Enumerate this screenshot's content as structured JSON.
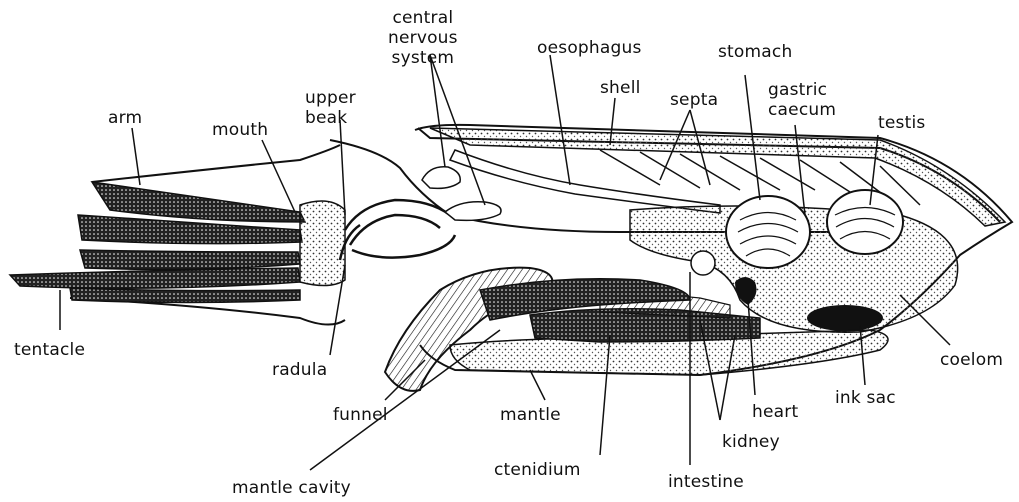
{
  "labels": {
    "central_nervous_system": [
      "central",
      "nervous",
      "system"
    ],
    "oesophagus": "oesophagus",
    "stomach": "stomach",
    "shell": "shell",
    "septa": "septa",
    "gastric_caecum": [
      "gastric",
      "caecum"
    ],
    "testis": "testis",
    "arm": "arm",
    "mouth": "mouth",
    "upper_beak": [
      "upper",
      "beak"
    ],
    "tentacle": "tentacle",
    "radula": "radula",
    "coelom": "coelom",
    "ink_sac": "ink sac",
    "heart": "heart",
    "funnel": "funnel",
    "mantle": "mantle",
    "kidney": "kidney",
    "mantle_cavity": "mantle cavity",
    "ctenidium": "ctenidium",
    "intestine": "intestine"
  },
  "colors": {
    "ink": "#111111",
    "background": "#ffffff",
    "stipple": "#7a7a7a"
  }
}
